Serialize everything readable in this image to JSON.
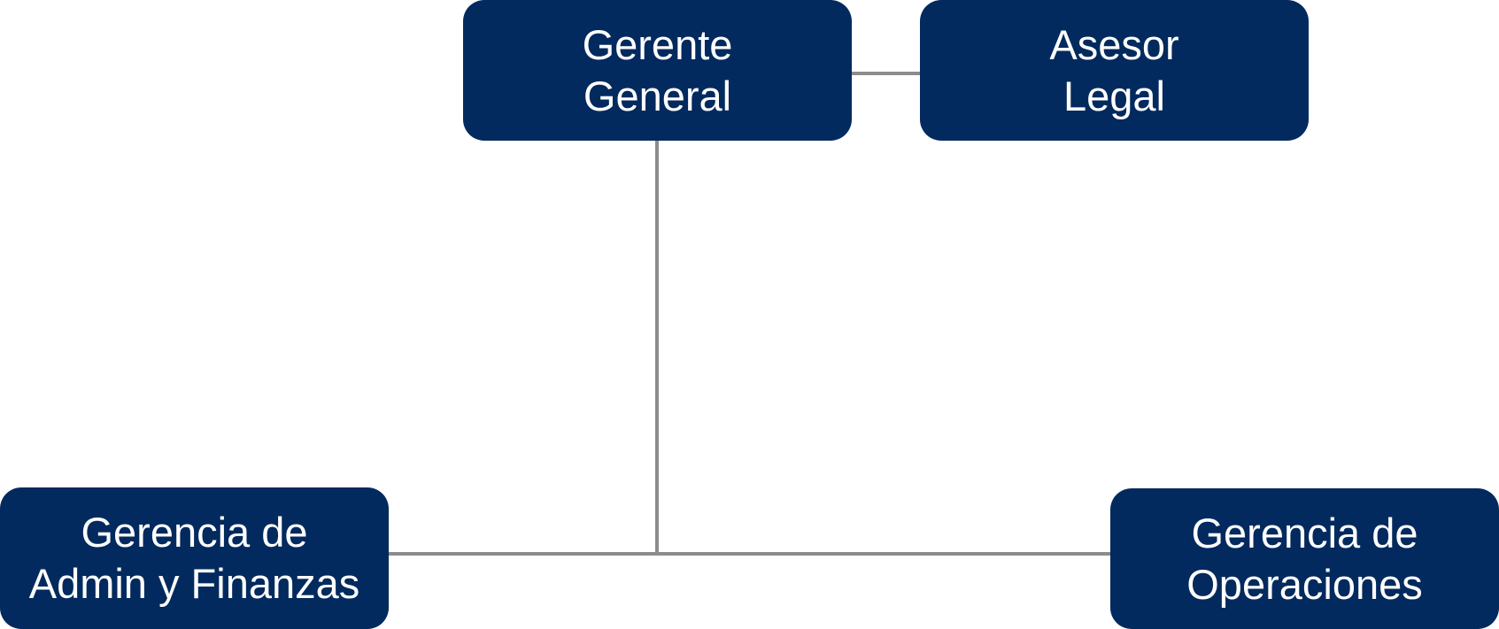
{
  "colors": {
    "node_fill": "#032a5e",
    "node_text": "#ffffff",
    "connector": "#8c8c8c",
    "background": "#ffffff"
  },
  "nodes": {
    "gerente_general": {
      "lines": [
        "Gerente",
        "General"
      ]
    },
    "asesor_legal": {
      "lines": [
        "Asesor",
        "Legal"
      ]
    },
    "gerencia_admin_finanzas": {
      "lines": [
        "Gerencia de",
        "Admin y Finanzas"
      ]
    },
    "gerencia_operaciones": {
      "lines": [
        "Gerencia de",
        "Operaciones"
      ]
    }
  }
}
